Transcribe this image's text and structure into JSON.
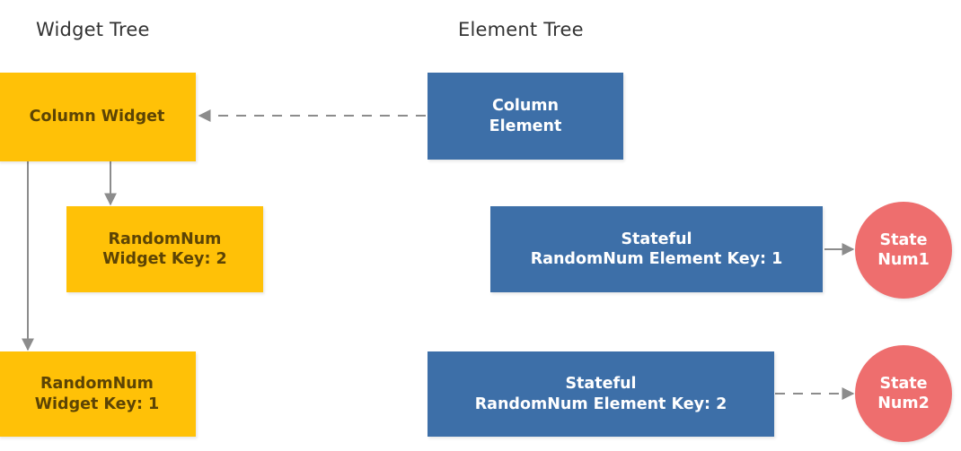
{
  "diagram": {
    "title_left": "Widget Tree",
    "title_right": "Element Tree",
    "colors": {
      "widget": "#FFC107",
      "widget_text": "#5C4405",
      "element": "#3D6FA8",
      "element_text": "#FFFFFF",
      "state": "#EE6E6E",
      "state_text": "#FFFFFF",
      "connector": "#888888",
      "background": "#FFFFFF",
      "title_text": "#333333"
    },
    "widget_tree": {
      "title": "Widget Tree",
      "nodes": [
        {
          "id": "column-widget",
          "label": "Column Widget"
        },
        {
          "id": "randomnum-widget-key-2",
          "label": "RandomNum\nWidget Key: 2"
        },
        {
          "id": "randomnum-widget-key-1",
          "label": "RandomNum\nWidget Key: 1"
        }
      ]
    },
    "element_tree": {
      "title": "Element Tree",
      "nodes": [
        {
          "id": "column-element",
          "label": "Column\nElement"
        },
        {
          "id": "stateful-element-key-1",
          "label": "Stateful\nRandomNum Element Key: 1"
        },
        {
          "id": "stateful-element-key-2",
          "label": "Stateful\nRandomNum Element Key: 2"
        }
      ]
    },
    "state_objects": [
      {
        "id": "state-num1",
        "label": "State\nNum1"
      },
      {
        "id": "state-num2",
        "label": "State\nNum2"
      }
    ],
    "connectors": [
      {
        "id": "column-widget-to-key2",
        "style": "solid",
        "from": "column-widget",
        "to": "randomnum-widget-key-2"
      },
      {
        "id": "column-widget-to-key1",
        "style": "solid",
        "from": "column-widget",
        "to": "randomnum-widget-key-1"
      },
      {
        "id": "column-element-to-column-widget",
        "style": "dashed",
        "from": "column-element",
        "to": "column-widget"
      },
      {
        "id": "element-key1-to-state-num1",
        "style": "solid",
        "from": "stateful-element-key-1",
        "to": "state-num1"
      },
      {
        "id": "element-key2-to-state-num2",
        "style": "dashed",
        "from": "stateful-element-key-2",
        "to": "state-num2"
      }
    ]
  }
}
